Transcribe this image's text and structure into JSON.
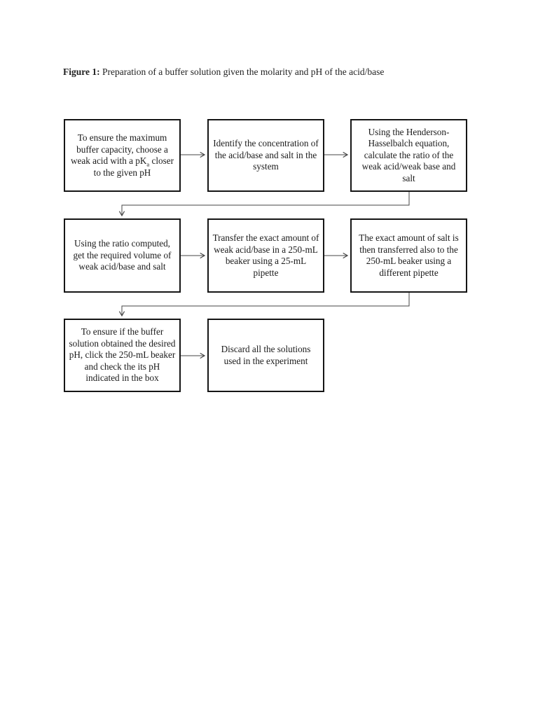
{
  "figure": {
    "caption_label": "Figure 1:",
    "caption_text": " Preparation of a buffer solution given the molarity and pH of the acid/base"
  },
  "flowchart": {
    "box_border_color": "#151515",
    "connector_color": "#454545",
    "boxes": [
      {
        "id": "step-1",
        "text_main": "To ensure the maximum buffer capacity, choose a weak acid with a pK",
        "subscript": "a",
        "text_end": " closer to the given pH"
      },
      {
        "id": "step-2",
        "text": "Identify the concentration of the acid/base and salt in the system"
      },
      {
        "id": "step-3",
        "text": "Using the Henderson-Hasselbalch equation, calculate the ratio of the weak acid/weak base and salt"
      },
      {
        "id": "step-4",
        "text": "Using the ratio computed, get the required volume of weak acid/base and salt"
      },
      {
        "id": "step-5",
        "text": "Transfer the exact amount of weak acid/base in a 250-mL beaker using a 25-mL pipette"
      },
      {
        "id": "step-6",
        "text": "The exact amount of salt is then transferred also to the 250-mL beaker using a different pipette"
      },
      {
        "id": "step-7",
        "text": "To ensure if the buffer solution obtained the desired pH, click the 250-mL beaker and check the its pH indicated in the box"
      },
      {
        "id": "step-8",
        "text": "Discard all the solutions used in the experiment"
      }
    ]
  }
}
